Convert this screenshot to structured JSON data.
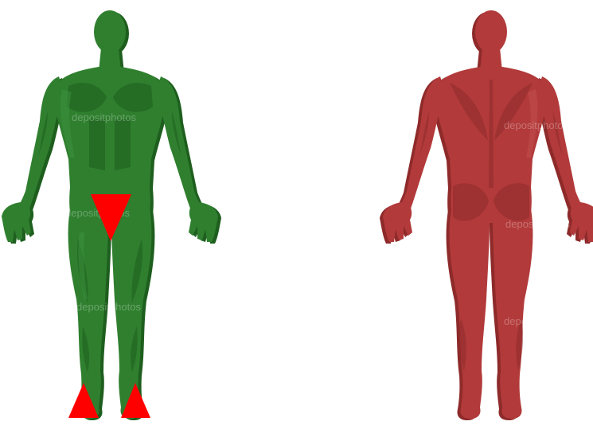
{
  "colors": {
    "front_body": "#2f7f2f",
    "front_shade": "#1e5e1e",
    "front_highlight": "#3d9440",
    "back_body": "#b23a3a",
    "back_shade": "#8e2a2a",
    "back_highlight": "#c44d4d",
    "marker": "#ff0000",
    "background": "#ffffff"
  },
  "watermark": {
    "text": "depositphotos"
  },
  "figures": {
    "front": {
      "view": "front"
    },
    "back": {
      "view": "back"
    }
  },
  "markers": [
    {
      "region": "groin"
    },
    {
      "region": "left-foot"
    },
    {
      "region": "right-foot"
    }
  ]
}
